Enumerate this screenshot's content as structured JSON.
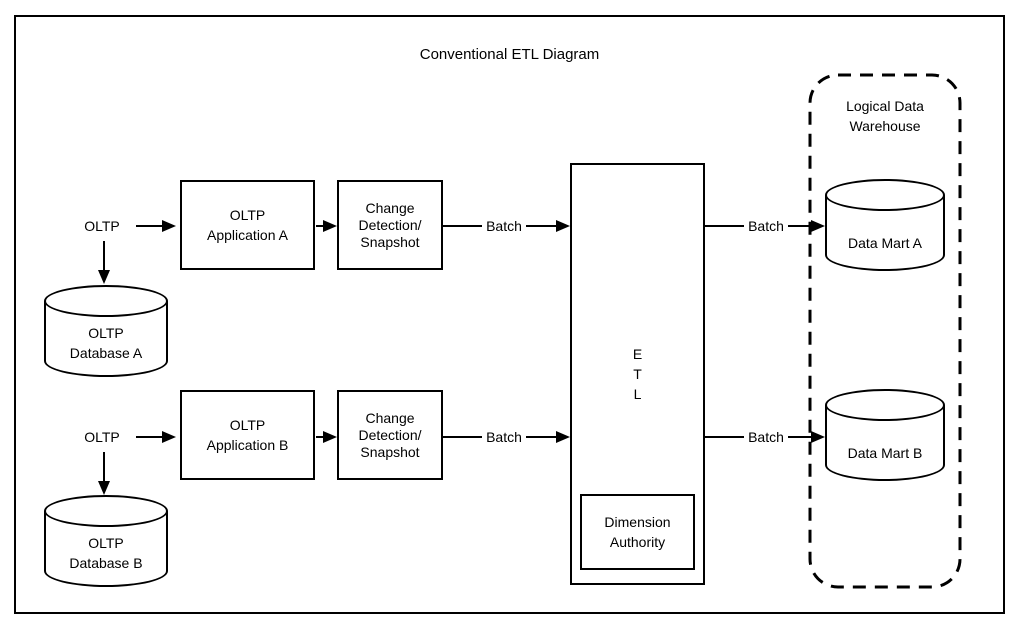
{
  "title": "Conventional ETL Diagram",
  "colors": {
    "stroke": "#000000",
    "background": "#ffffff"
  },
  "nodes": {
    "oltp_source_a": {
      "label": "OLTP"
    },
    "oltp_source_b": {
      "label": "OLTP"
    },
    "oltp_application_a": {
      "label": "OLTP\nApplication A"
    },
    "oltp_application_b": {
      "label": "OLTP\nApplication B"
    },
    "change_detection_a": {
      "label": "Change\nDetection/\nSnapshot"
    },
    "change_detection_b": {
      "label": "Change\nDetection/\nSnapshot"
    },
    "oltp_database_a": {
      "label": "OLTP\nDatabase A"
    },
    "oltp_database_b": {
      "label": "OLTP\nDatabase B"
    },
    "etl": {
      "label": "E\nT\nL"
    },
    "dimension_authority": {
      "label": "Dimension\nAuthority"
    },
    "logical_data_warehouse": {
      "label": "Logical Data\nWarehouse"
    },
    "data_mart_a": {
      "label": "Data Mart A"
    },
    "data_mart_b": {
      "label": "Data Mart B"
    }
  },
  "edge_labels": {
    "batch_in_a": "Batch",
    "batch_in_b": "Batch",
    "batch_out_a": "Batch",
    "batch_out_b": "Batch"
  }
}
